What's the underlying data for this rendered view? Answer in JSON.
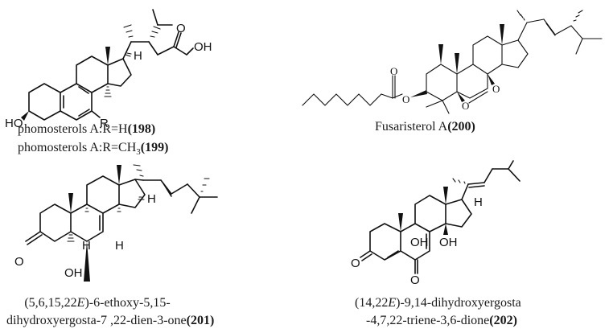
{
  "figure": {
    "compounds": [
      {
        "id": "198",
        "name_prefix": "phomosterols A:R=H",
        "number": "(198)"
      },
      {
        "id": "199",
        "name_prefix": "phomosterols A:R=CH",
        "subscript": "3",
        "number": "(199)"
      },
      {
        "id": "200",
        "name_prefix": "Fusaristerol A",
        "number": "(200)"
      },
      {
        "id": "201",
        "line1_prefix": "(5,6,15,22",
        "line1_italic": "E",
        "line1_suffix": ")-6-ethoxy-5,15-",
        "line2_prefix": "dihydroxyergosta-7 ,22-dien-3-one",
        "number": "(201)"
      },
      {
        "id": "202",
        "line1_prefix": "(14,22",
        "line1_italic": "E",
        "line1_suffix": ")-9,14-dihydroxyergosta",
        "line2_prefix": "-4,7,22-triene-3,6-dione",
        "number": "(202)"
      }
    ],
    "atom_labels": {
      "ho": "HO",
      "oh": "OH",
      "o": "O",
      "h": "H",
      "r": "R"
    }
  }
}
